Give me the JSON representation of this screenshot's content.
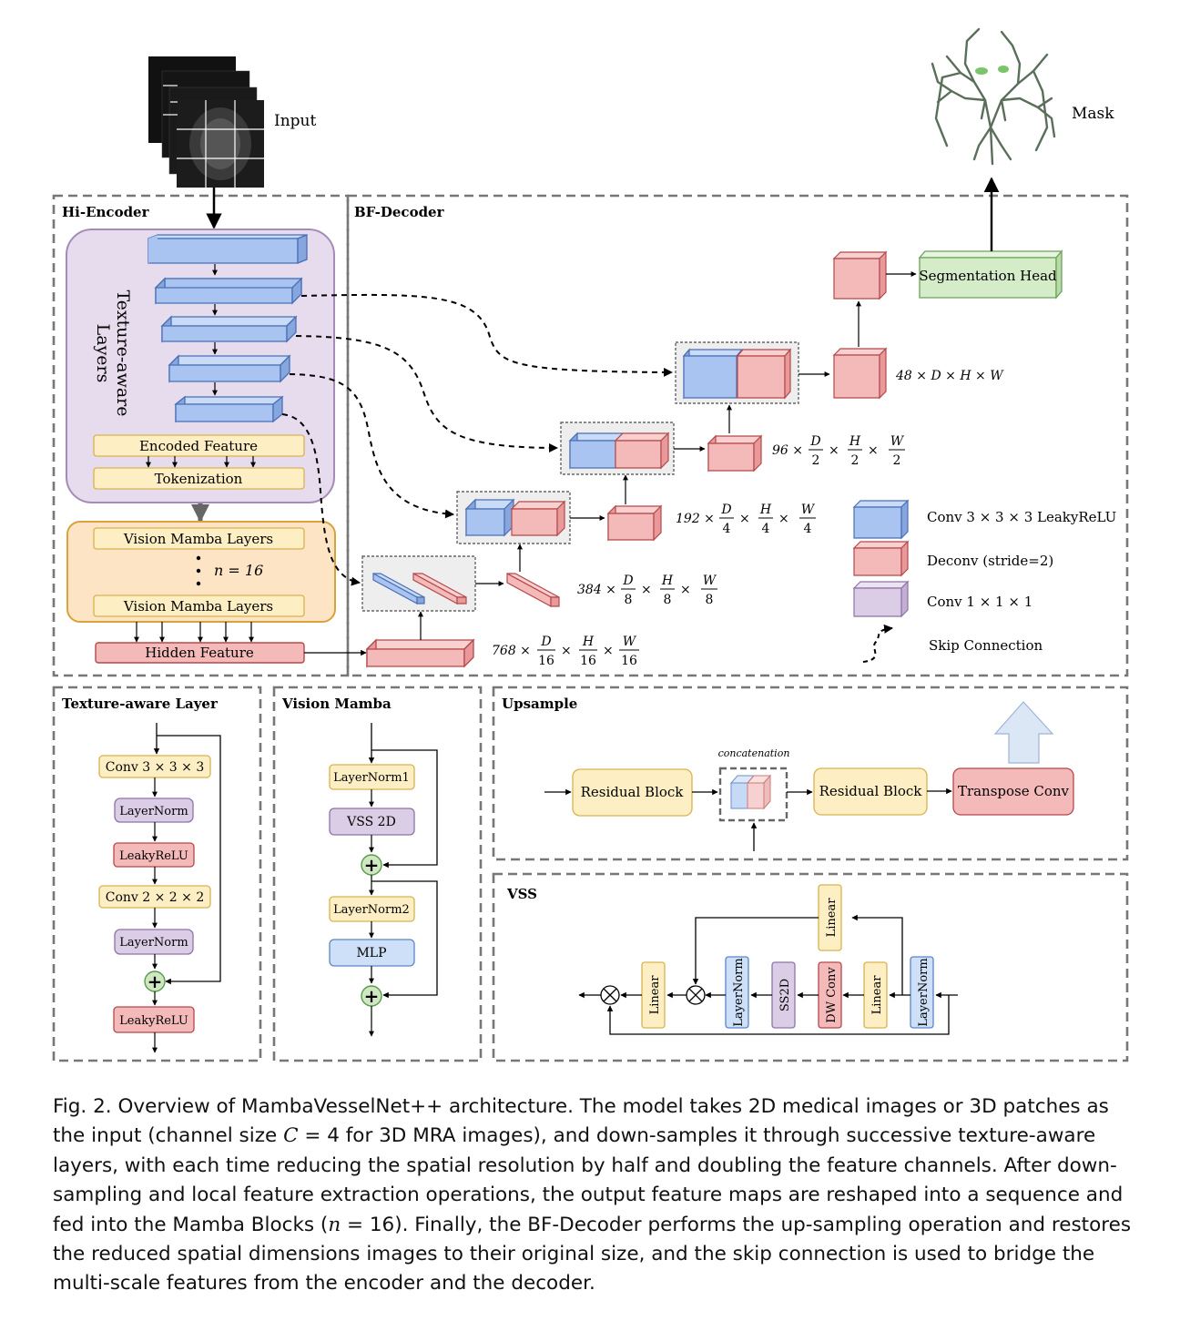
{
  "top": {
    "input_label": "Input",
    "mask_label": "Mask"
  },
  "sections": {
    "hi_encoder": "Hi-Encoder",
    "bf_decoder": "BF-Decoder",
    "texture_layer": "Texture-aware Layer",
    "vision_mamba": "Vision Mamba",
    "upsample": "Upsample",
    "vss": "VSS"
  },
  "encoder": {
    "texture_label_line1": "Texture-aware",
    "texture_label_line2": "Layers",
    "encoded_feature": "Encoded Feature",
    "tokenization": "Tokenization",
    "mamba_layers_top": "Vision Mamba Layers",
    "mamba_layers_bottom": "Vision Mamba Layers",
    "n_label": "n = 16",
    "hidden_feature": "Hidden Feature"
  },
  "decoder": {
    "segmentation_head": "Segmentation Head",
    "dim_48": "48 × D × H × W",
    "dim_96": "96 × D/2 × H/2 × W/2",
    "dim_192": "192 × D/4 × H/4 × W/4",
    "dim_384": "384 × D/8 × H/8 × W/8",
    "dim_768": "768 × D/16 × H/16 × W/16"
  },
  "legend": [
    {
      "label": "Conv 3 × 3 × 3 LeakyReLU",
      "color": "#a9c4f0"
    },
    {
      "label": "Deconv (stride=2)",
      "color": "#f4b9b9"
    },
    {
      "label": "Conv 1 × 1 × 1",
      "color": "#dccde6"
    },
    {
      "label": "Skip Connection",
      "color": "#000000"
    }
  ],
  "texture_layer": {
    "conv3": "Conv 3 × 3 × 3",
    "layernorm1": "LayerNorm",
    "leakyrelu1": "LeakyReLU",
    "conv2": "Conv 2 × 2 × 2",
    "layernorm2": "LayerNorm",
    "leakyrelu2": "LeakyReLU"
  },
  "vision_mamba": {
    "layernorm1": "LayerNorm1",
    "vss2d": "VSS 2D",
    "layernorm2": "LayerNorm2",
    "mlp": "MLP"
  },
  "upsample": {
    "residual1": "Residual Block",
    "concatenation": "concatenation",
    "residual2": "Residual Block",
    "transpose_conv": "Transpose Conv"
  },
  "vss": {
    "linear_top": "Linear",
    "linear_out": "Linear",
    "layernorm_mid": "LayerNorm",
    "ss2d": "SS2D",
    "dwconv": "DW Conv",
    "linear_in": "Linear",
    "layernorm_in": "LayerNorm"
  },
  "caption": {
    "p1": "Fig. 2.  Overview of MambaVesselNet++ architecture. The model takes 2D medical images or 3D patches as the input (channel size ",
    "c_var": "C",
    "p2": " = 4 for 3D MRA images), and down-samples it through successive texture-aware layers, with each time reducing the spatial resolution by half and doubling the feature channels. After down-sampling and local feature extraction operations, the output feature maps are reshaped into a sequence and fed into the Mamba Blocks (",
    "n_var": "n",
    "p3": " = 16). Finally, the BF-Decoder performs the up-sampling operation and restores the reduced spatial dimensions images to their original size, and the skip connection is used to bridge the multi-scale features from the encoder and the decoder."
  },
  "colors": {
    "blue": "#a9c4f0",
    "red": "#f4b9b9",
    "purple_region": "#e7dcee",
    "orange_region": "#fde4c4",
    "yellow_box": "#fdefc3",
    "green_head": "#d5ecc9"
  }
}
